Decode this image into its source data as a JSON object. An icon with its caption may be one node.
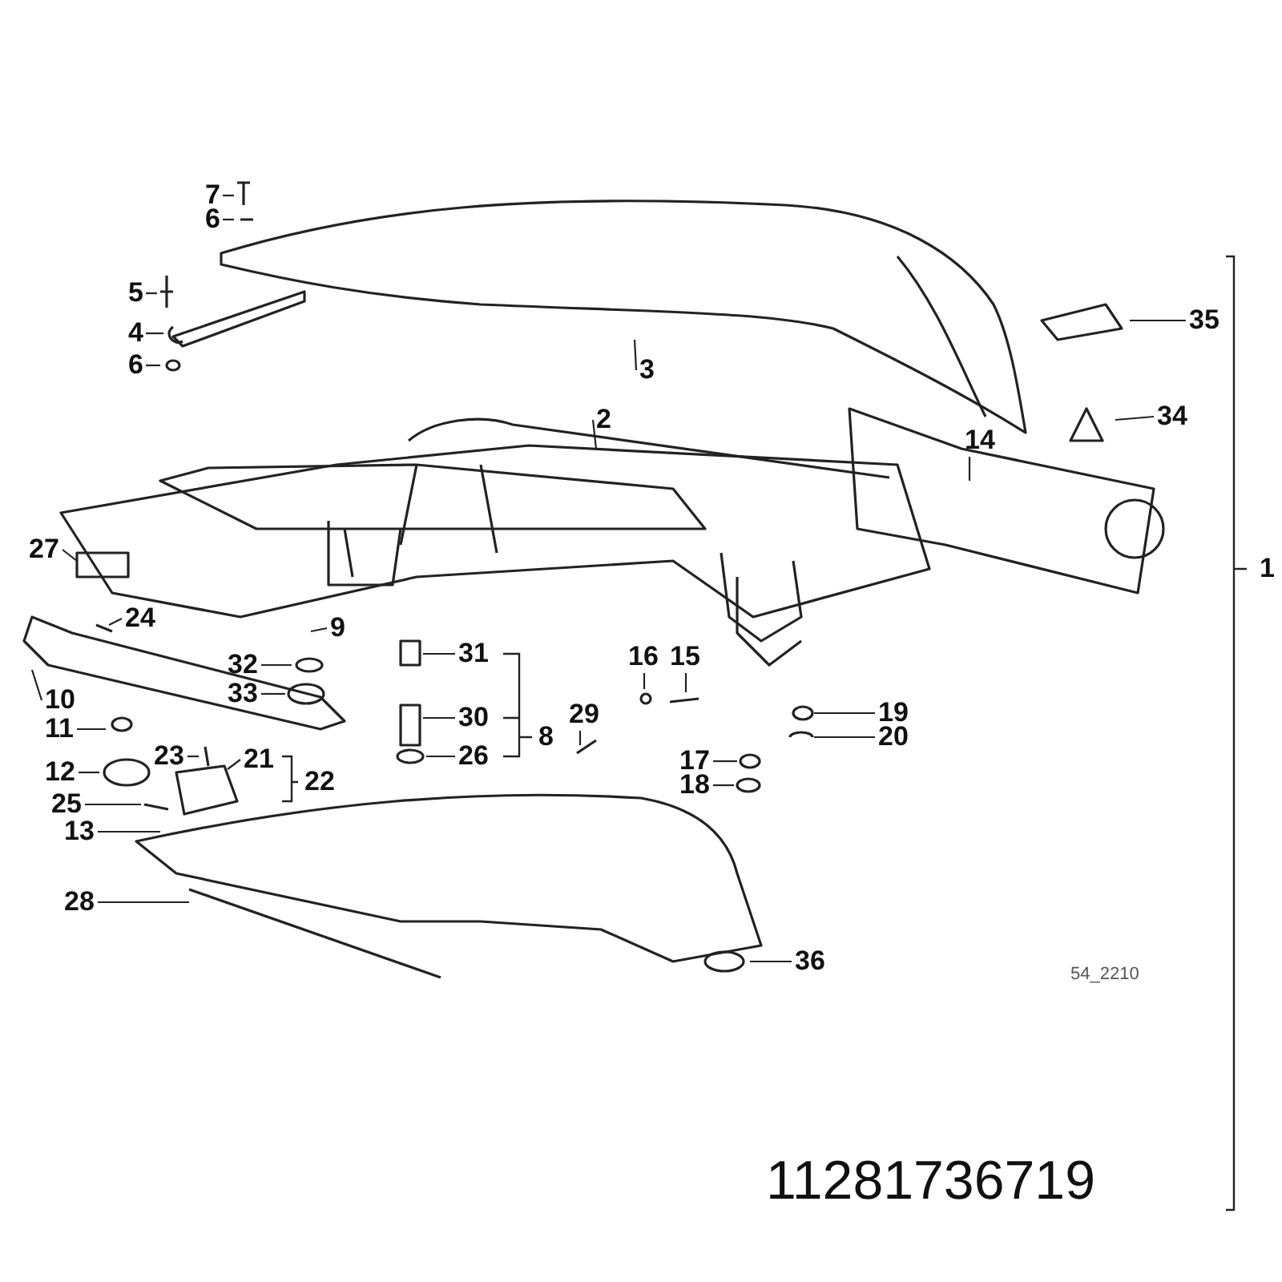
{
  "diagram": {
    "nodes": [
      {
        "text": [
          "7"
        ]
      },
      {
        "text": [
          "6"
        ]
      },
      {
        "text": [
          "5"
        ]
      },
      {
        "text": [
          "4"
        ]
      },
      {
        "text": [
          "6"
        ]
      },
      {
        "text": [
          "35"
        ]
      },
      {
        "text": [
          "3"
        ]
      },
      {
        "text": [
          "2"
        ]
      },
      {
        "text": [
          "34"
        ]
      },
      {
        "text": [
          "14"
        ]
      },
      {
        "text": [
          "27"
        ]
      },
      {
        "text": [
          "24"
        ]
      },
      {
        "text": [
          "9"
        ]
      },
      {
        "text": [
          "31"
        ]
      },
      {
        "text": [
          "32"
        ]
      },
      {
        "text": [
          "33"
        ]
      },
      {
        "text": [
          "10"
        ]
      },
      {
        "text": [
          "30"
        ]
      },
      {
        "text": [
          "16"
        ]
      },
      {
        "text": [
          "15"
        ]
      },
      {
        "text": [
          "19"
        ]
      },
      {
        "text": [
          "20"
        ]
      },
      {
        "text": [
          "11"
        ]
      },
      {
        "text": [
          "29"
        ]
      },
      {
        "text": [
          "26"
        ]
      },
      {
        "text": [
          "23"
        ]
      },
      {
        "text": [
          "21"
        ]
      },
      {
        "text": [
          "17"
        ]
      },
      {
        "text": [
          "18"
        ]
      },
      {
        "text": [
          "12"
        ]
      },
      {
        "text": [
          "25"
        ]
      },
      {
        "text": [
          "13"
        ]
      },
      {
        "text": [
          "28"
        ]
      },
      {
        "text": [
          "36"
        ]
      }
    ],
    "edges": [
      {
        "from": 0,
        "to": null,
        "arrow": "none"
      },
      {
        "from": 1,
        "to": null,
        "arrow": "none"
      },
      {
        "from": 2,
        "to": null,
        "arrow": "none"
      },
      {
        "from": 3,
        "to": null,
        "arrow": "none"
      },
      {
        "from": 4,
        "to": null,
        "arrow": "none"
      },
      {
        "from": 5,
        "to": null,
        "arrow": "none"
      },
      {
        "from": 6,
        "to": null,
        "arrow": "none"
      },
      {
        "from": 7,
        "to": null,
        "arrow": "none"
      },
      {
        "from": 8,
        "to": null,
        "arrow": "none"
      },
      {
        "from": 9,
        "to": null,
        "arrow": "none"
      },
      {
        "from": 10,
        "to": null,
        "arrow": "none"
      },
      {
        "from": 11,
        "to": null,
        "arrow": "none"
      },
      {
        "from": 12,
        "to": null,
        "arrow": "none"
      },
      {
        "from": 13,
        "to": null,
        "arrow": "none"
      },
      {
        "from": 14,
        "to": null,
        "arrow": "none"
      },
      {
        "from": 15,
        "to": null,
        "arrow": "none"
      },
      {
        "from": 16,
        "to": null,
        "arrow": "none"
      },
      {
        "from": 17,
        "to": null,
        "arrow": "none"
      },
      {
        "from": 18,
        "to": null,
        "arrow": "none"
      },
      {
        "from": 19,
        "to": null,
        "arrow": "none"
      },
      {
        "from": 20,
        "to": null,
        "arrow": "none"
      },
      {
        "from": 21,
        "to": null,
        "arrow": "none"
      },
      {
        "from": 22,
        "to": null,
        "arrow": "none"
      },
      {
        "from": 23,
        "to": null,
        "arrow": "none"
      },
      {
        "from": 24,
        "to": null,
        "arrow": "none"
      },
      {
        "from": 25,
        "to": null,
        "arrow": "none"
      },
      {
        "from": 26,
        "to": null,
        "arrow": "none"
      },
      {
        "from": 27,
        "to": null,
        "arrow": "none"
      },
      {
        "from": 28,
        "to": null,
        "arrow": "none"
      },
      {
        "from": 29,
        "to": null,
        "arrow": "none"
      },
      {
        "from": 30,
        "to": null,
        "arrow": "none"
      },
      {
        "from": 31,
        "to": null,
        "arrow": "none"
      },
      {
        "from": 32,
        "to": null,
        "arrow": "none"
      },
      {
        "from": 33,
        "to": null,
        "arrow": "none"
      }
    ],
    "labels": [
      "1",
      "8",
      "22",
      "54_2210",
      "11281736719"
    ]
  }
}
